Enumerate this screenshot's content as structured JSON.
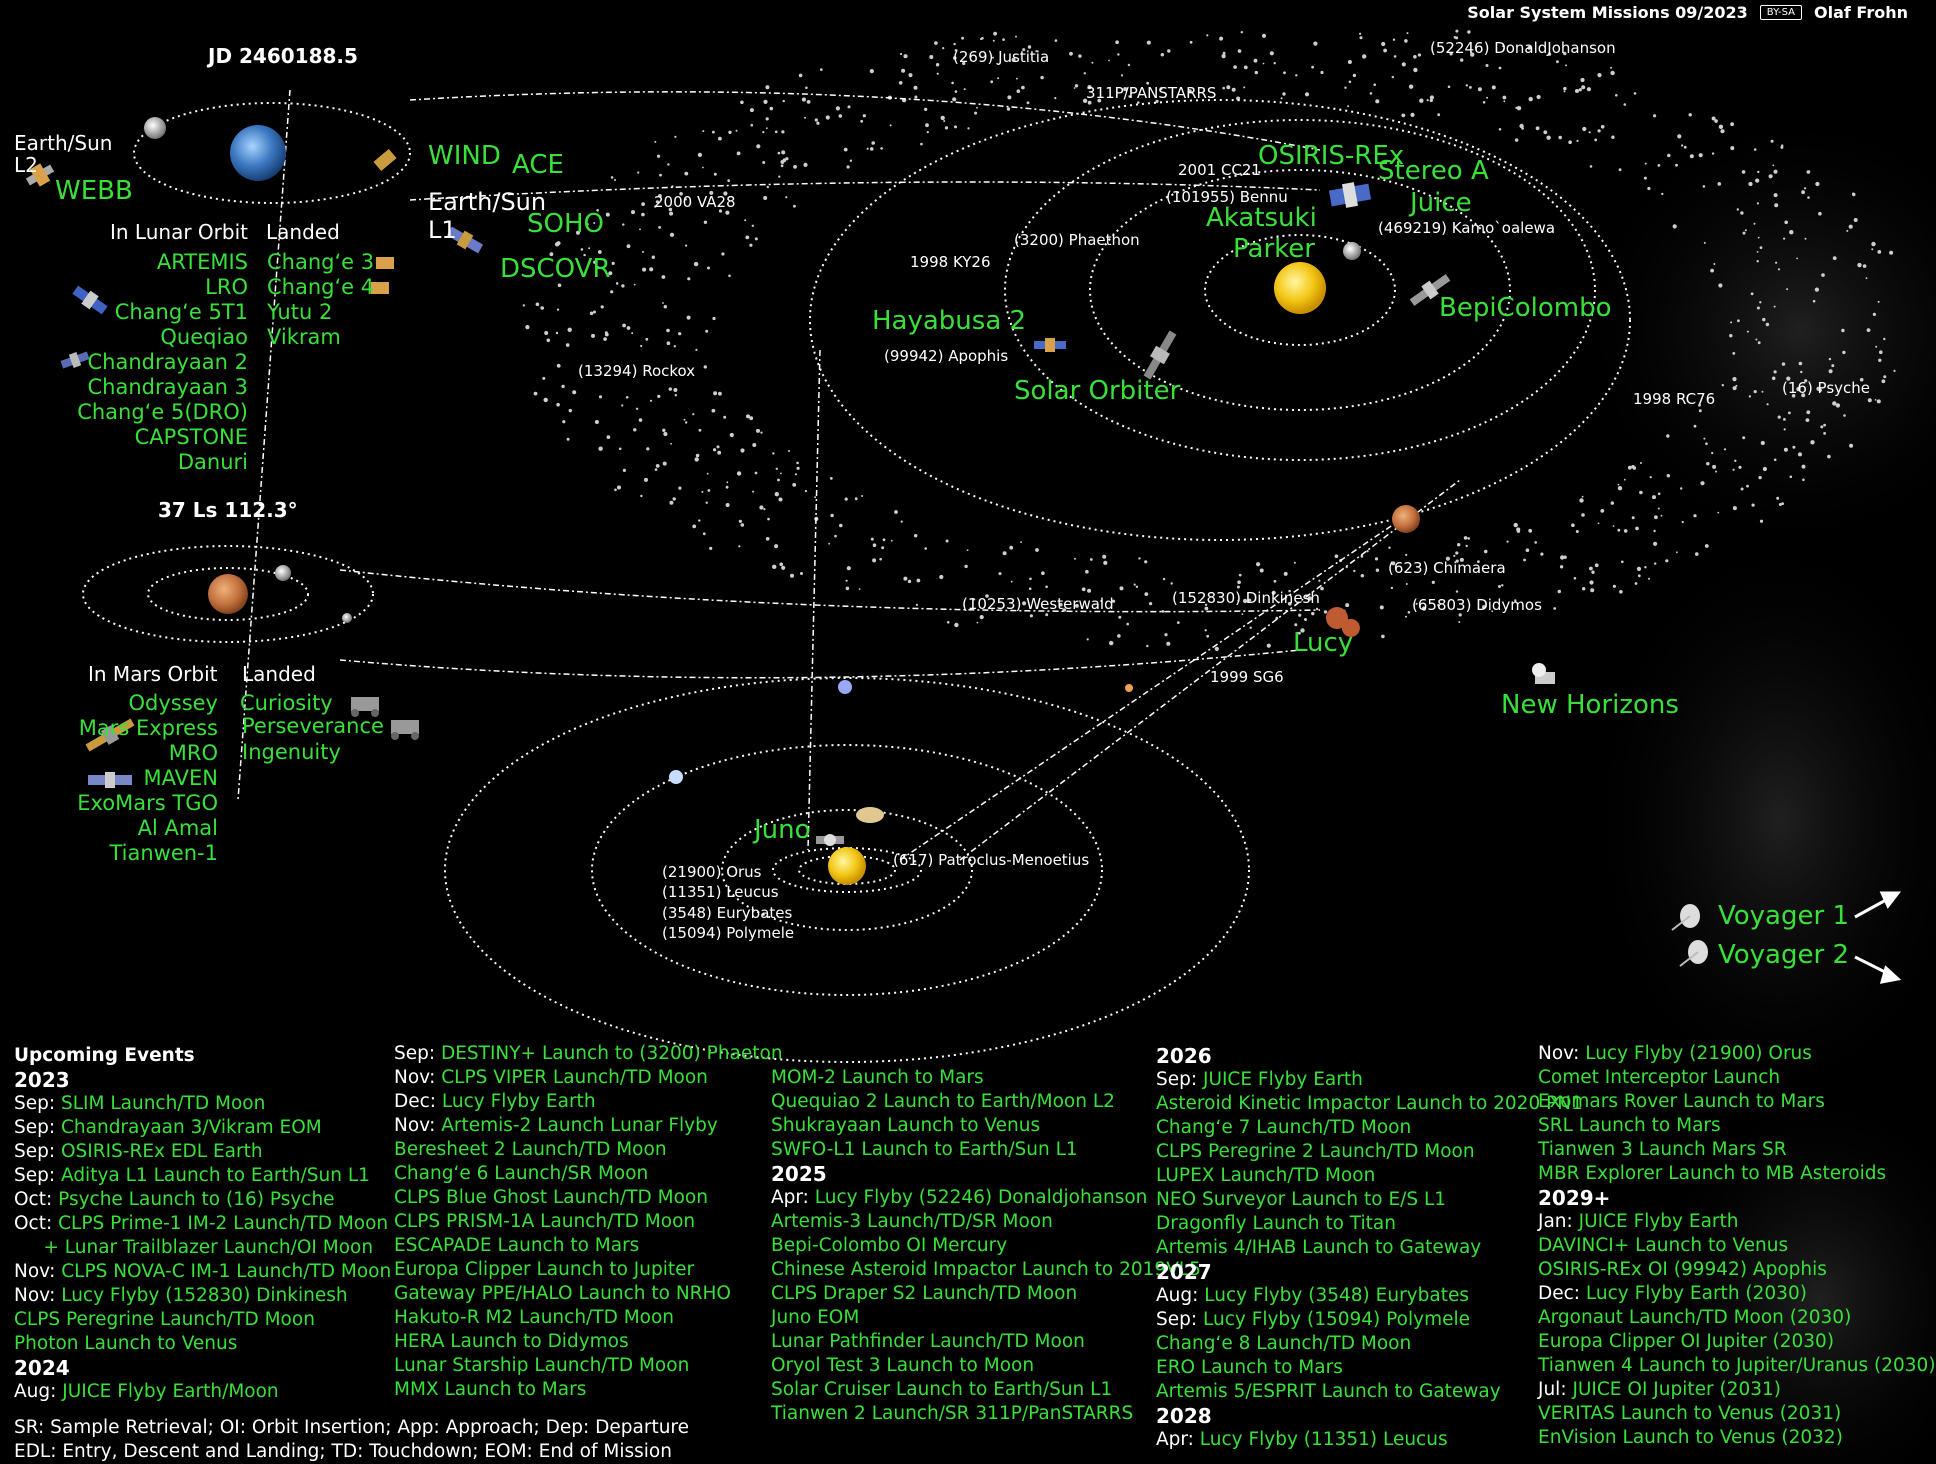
{
  "header": {
    "title": "Solar System Missions 09/2023",
    "license": "BY-SA",
    "author": "Olaf Frohn"
  },
  "panels": {
    "earth": {
      "date": "JD 2460188.5",
      "l2": "Earth/Sun\nL2",
      "l1": "Earth/Sun\nL1",
      "lunar_orbit": "In Lunar Orbit",
      "landed": "Landed"
    },
    "mars": {
      "date": "37 Ls 112.3°",
      "orbit": "In Mars Orbit",
      "landed": "Landed"
    }
  },
  "missions": {
    "webb": "WEBB",
    "wind": "WIND",
    "ace": "ACE",
    "soho": "SOHO",
    "dscovr": "DSCOVR",
    "artemis": "ARTEMIS",
    "lro": "LRO",
    "change5t1": "Chang‘e 5T1",
    "queqiao": "Queqiao",
    "chandrayaan2": "Chandrayaan 2",
    "chandrayaan3": "Chandrayaan 3",
    "change5dro": "Chang‘e 5(DRO)",
    "capstone": "CAPSTONE",
    "danuri": "Danuri",
    "change3": "Chang‘e 3",
    "change4": "Chang‘e 4",
    "yutu2": "Yutu 2",
    "vikram": "Vikram",
    "odyssey": "Odyssey",
    "marsexpress": "Mars Express",
    "mro": "MRO",
    "maven": "MAVEN",
    "exomars": "ExoMars TGO",
    "alamal": "Al Amal",
    "tianwen1": "Tianwen-1",
    "curiosity": "Curiosity",
    "perseverance": "Perseverance",
    "ingenuity": "Ingenuity",
    "osirisrex": "OSIRIS-REx",
    "stereoa": "Stereo A",
    "juice": "Juice",
    "akatsuki": "Akatsuki",
    "parker": "Parker",
    "bepicolombo": "BepiColombo",
    "hayabusa2": "Hayabusa 2",
    "solarorbiter": "Solar Orbiter",
    "lucy": "Lucy",
    "newhorizons": "New Horizons",
    "juno": "Juno",
    "voyager1": "Voyager 1",
    "voyager2": "Voyager 2"
  },
  "asteroids": {
    "justitia": "(269) Justitia",
    "donaldjohanson": "(52246) DonaldJohanson",
    "panstarrs": "311P/PANSTARRS",
    "cc21": "2001 CC21",
    "bennu": "(101955) Bennu",
    "kamooalewa": "(469219) Kamo`oalewa",
    "va28": "2000 VA28",
    "ky26": "1998 KY26",
    "phaethon": "(3200) Phaethon",
    "apophis": "(99942) Apophis",
    "rockox": "(13294) Rockox",
    "rc76": "1998 RC76",
    "psyche": "(16) Psyche",
    "chimaera": "(623) Chimaera",
    "westerwald": "(10253) Westerwald",
    "dinkinesh": "(152830) Dinkinesh",
    "didymos": "(65803) Didymos",
    "sg6": "1999 SG6",
    "orus": "(21900) Orus",
    "leucus": "(11351) Leucus",
    "eurybates": "(3548) Eurybates",
    "polymele": "(15094) Polymele",
    "patroclus": "(617) Patroclus-Menoetius"
  },
  "events": {
    "col1": [
      [
        {
          "t": "Upcoming Events",
          "c": "h"
        }
      ],
      [
        {
          "t": "2023",
          "c": "y"
        }
      ],
      [
        {
          "t": "Sep: ",
          "c": "w"
        },
        {
          "t": "SLIM Launch/TD Moon",
          "c": "g"
        }
      ],
      [
        {
          "t": "Sep: ",
          "c": "w"
        },
        {
          "t": "Chandrayaan 3/Vikram EOM",
          "c": "g"
        }
      ],
      [
        {
          "t": "Sep: ",
          "c": "w"
        },
        {
          "t": "OSIRIS-REx EDL Earth",
          "c": "g"
        }
      ],
      [
        {
          "t": "Sep: ",
          "c": "w"
        },
        {
          "t": "Aditya L1 Launch to Earth/Sun L1",
          "c": "g"
        }
      ],
      [
        {
          "t": "Oct: ",
          "c": "w"
        },
        {
          "t": "Psyche Launch to (16) Psyche",
          "c": "g"
        }
      ],
      [
        {
          "t": "Oct: ",
          "c": "w"
        },
        {
          "t": "CLPS Prime-1 IM-2 Launch/TD Moon",
          "c": "g"
        }
      ],
      [
        {
          "t": "     + Lunar Trailblazer Launch/OI Moon",
          "c": "g"
        }
      ],
      [
        {
          "t": "Nov: ",
          "c": "w"
        },
        {
          "t": "CLPS NOVA-C IM-1 Launch/TD Moon",
          "c": "g"
        }
      ],
      [
        {
          "t": "Nov: ",
          "c": "w"
        },
        {
          "t": "Lucy Flyby (152830) Dinkinesh",
          "c": "g"
        }
      ],
      [
        {
          "t": "CLPS Peregrine Launch/TD Moon",
          "c": "g"
        }
      ],
      [
        {
          "t": "Photon Launch to Venus",
          "c": "g"
        }
      ],
      [
        {
          "t": "2024",
          "c": "y"
        }
      ],
      [
        {
          "t": "Aug: ",
          "c": "w"
        },
        {
          "t": "JUICE Flyby Earth/Moon",
          "c": "g"
        }
      ]
    ],
    "col2": [
      [
        {
          "t": "Sep: ",
          "c": "w"
        },
        {
          "t": "DESTINY+ Launch to (3200) Phaeton",
          "c": "g"
        }
      ],
      [
        {
          "t": "Nov: ",
          "c": "w"
        },
        {
          "t": "CLPS VIPER Launch/TD Moon",
          "c": "g"
        }
      ],
      [
        {
          "t": "Dec: ",
          "c": "w"
        },
        {
          "t": "Lucy Flyby Earth",
          "c": "g"
        }
      ],
      [
        {
          "t": "Nov: ",
          "c": "w"
        },
        {
          "t": "Artemis-2 Launch Lunar Flyby",
          "c": "g"
        }
      ],
      [
        {
          "t": "Beresheet 2 Launch/TD Moon",
          "c": "g"
        }
      ],
      [
        {
          "t": "Chang‘e 6 Launch/SR Moon",
          "c": "g"
        }
      ],
      [
        {
          "t": "CLPS Blue Ghost Launch/TD Moon",
          "c": "g"
        }
      ],
      [
        {
          "t": "CLPS PRISM-1A Launch/TD Moon",
          "c": "g"
        }
      ],
      [
        {
          "t": "ESCAPADE Launch to Mars",
          "c": "g"
        }
      ],
      [
        {
          "t": "Europa Clipper Launch to Jupiter",
          "c": "g"
        }
      ],
      [
        {
          "t": "Gateway PPE/HALO Launch to NRHO",
          "c": "g"
        }
      ],
      [
        {
          "t": "Hakuto-R M2 Launch/TD Moon",
          "c": "g"
        }
      ],
      [
        {
          "t": "HERA Launch to Didymos",
          "c": "g"
        }
      ],
      [
        {
          "t": "Lunar Starship Launch/TD Moon",
          "c": "g"
        }
      ],
      [
        {
          "t": "MMX Launch to Mars",
          "c": "g"
        }
      ]
    ],
    "col3": [
      [
        {
          "t": "MOM-2 Launch to Mars",
          "c": "g"
        }
      ],
      [
        {
          "t": "Quequiao 2 Launch to Earth/Moon L2",
          "c": "g"
        }
      ],
      [
        {
          "t": "Shukrayaan Launch to Venus",
          "c": "g"
        }
      ],
      [
        {
          "t": "SWFO-L1 Launch to Earth/Sun L1",
          "c": "g"
        }
      ],
      [
        {
          "t": "2025",
          "c": "y"
        }
      ],
      [
        {
          "t": "Apr: ",
          "c": "w"
        },
        {
          "t": "Lucy Flyby (52246) Donaldjohanson",
          "c": "g"
        }
      ],
      [
        {
          "t": "Artemis-3 Launch/TD/SR Moon",
          "c": "g"
        }
      ],
      [
        {
          "t": "Bepi-Colombo OI Mercury",
          "c": "g"
        }
      ],
      [
        {
          "t": "Chinese Asteroid Impactor Launch to 2019VL5",
          "c": "g"
        }
      ],
      [
        {
          "t": "CLPS Draper S2 Launch/TD Moon",
          "c": "g"
        }
      ],
      [
        {
          "t": "Juno EOM",
          "c": "g"
        }
      ],
      [
        {
          "t": "Lunar Pathfinder Launch/TD Moon",
          "c": "g"
        }
      ],
      [
        {
          "t": "Oryol Test 3 Launch to Moon",
          "c": "g"
        }
      ],
      [
        {
          "t": "Solar Cruiser Launch to Earth/Sun L1",
          "c": "g"
        }
      ],
      [
        {
          "t": "Tianwen 2 Launch/SR 311P/PanSTARRS",
          "c": "g"
        }
      ]
    ],
    "col4": [
      [
        {
          "t": "2026",
          "c": "y"
        }
      ],
      [
        {
          "t": "Sep: ",
          "c": "w"
        },
        {
          "t": "JUICE Flyby Earth",
          "c": "g"
        }
      ],
      [
        {
          "t": "Asteroid Kinetic Impactor Launch to 2020 PN1",
          "c": "g"
        }
      ],
      [
        {
          "t": "Chang‘e 7 Launch/TD Moon",
          "c": "g"
        }
      ],
      [
        {
          "t": "CLPS Peregrine 2 Launch/TD Moon",
          "c": "g"
        }
      ],
      [
        {
          "t": "LUPEX Launch/TD Moon",
          "c": "g"
        }
      ],
      [
        {
          "t": "NEO Surveyor Launch to E/S L1",
          "c": "g"
        }
      ],
      [
        {
          "t": "Dragonfly Launch to Titan",
          "c": "g"
        }
      ],
      [
        {
          "t": "Artemis 4/IHAB Launch to Gateway",
          "c": "g"
        }
      ],
      [
        {
          "t": "2027",
          "c": "y"
        }
      ],
      [
        {
          "t": "Aug: ",
          "c": "w"
        },
        {
          "t": "Lucy Flyby (3548) Eurybates",
          "c": "g"
        }
      ],
      [
        {
          "t": "Sep: ",
          "c": "w"
        },
        {
          "t": "Lucy Flyby (15094) Polymele",
          "c": "g"
        }
      ],
      [
        {
          "t": "Chang‘e 8 Launch/TD Moon",
          "c": "g"
        }
      ],
      [
        {
          "t": "ERO Launch to Mars",
          "c": "g"
        }
      ],
      [
        {
          "t": "Artemis 5/ESPRIT Launch to Gateway",
          "c": "g"
        }
      ],
      [
        {
          "t": "2028",
          "c": "y"
        }
      ],
      [
        {
          "t": "Apr: ",
          "c": "w"
        },
        {
          "t": "Lucy Flyby (11351) Leucus",
          "c": "g"
        }
      ]
    ],
    "col5": [
      [
        {
          "t": "Nov: ",
          "c": "w"
        },
        {
          "t": "Lucy Flyby (21900) Orus",
          "c": "g"
        }
      ],
      [
        {
          "t": "Comet Interceptor Launch",
          "c": "g"
        }
      ],
      [
        {
          "t": "Exomars Rover Launch to Mars",
          "c": "g"
        }
      ],
      [
        {
          "t": "SRL Launch to Mars",
          "c": "g"
        }
      ],
      [
        {
          "t": "Tianwen 3 Launch Mars SR",
          "c": "g"
        }
      ],
      [
        {
          "t": "MBR Explorer Launch to MB Asteroids",
          "c": "g"
        }
      ],
      [
        {
          "t": "2029+",
          "c": "y"
        }
      ],
      [
        {
          "t": "Jan: ",
          "c": "w"
        },
        {
          "t": "JUICE Flyby Earth",
          "c": "g"
        }
      ],
      [
        {
          "t": "DAVINCI+ Launch to Venus",
          "c": "g"
        }
      ],
      [
        {
          "t": "OSIRIS-REx OI (99942) Apophis",
          "c": "g"
        }
      ],
      [
        {
          "t": "Dec: ",
          "c": "w"
        },
        {
          "t": "Lucy Flyby Earth (2030)",
          "c": "g"
        }
      ],
      [
        {
          "t": "Argonaut Launch/TD Moon (2030)",
          "c": "g"
        }
      ],
      [
        {
          "t": "Europa Clipper OI Jupiter (2030)",
          "c": "g"
        }
      ],
      [
        {
          "t": "Tianwen 4 Launch to Jupiter/Uranus (2030)",
          "c": "g"
        }
      ],
      [
        {
          "t": "Jul: ",
          "c": "w"
        },
        {
          "t": "JUICE OI Jupiter (2031)",
          "c": "g"
        }
      ],
      [
        {
          "t": "VERITAS Launch to Venus (2031)",
          "c": "g"
        }
      ],
      [
        {
          "t": "EnVision Launch to Venus (2032)",
          "c": "g"
        }
      ]
    ]
  },
  "legend": {
    "line1": "SR: Sample Retrieval; OI: Orbit Insertion; App: Approach; Dep: Departure",
    "line2": "EDL: Entry, Descent and Landing; TD: Touchdown; EOM: End of Mission"
  },
  "colors": {
    "mission": "#3ae03a",
    "label": "#ffffff",
    "background": "#000000",
    "sun": "#f3c615"
  }
}
